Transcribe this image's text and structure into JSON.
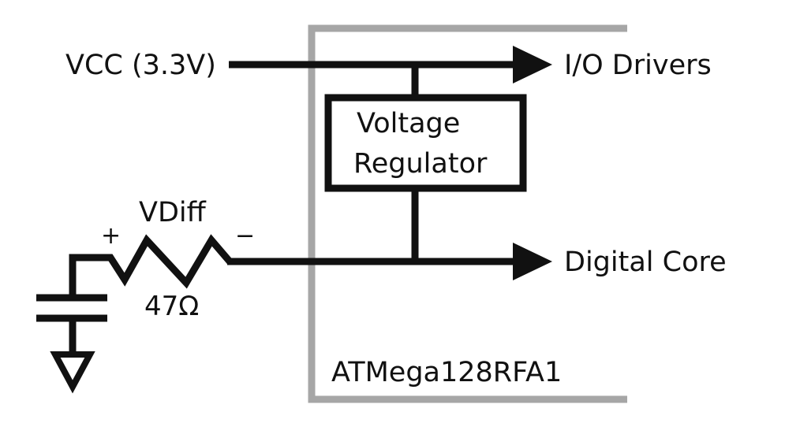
{
  "labels": {
    "vcc": "VCC (3.3V)",
    "io_drivers": "I/O Drivers",
    "regulator_line1": "Voltage",
    "regulator_line2": "Regulator",
    "vdiff": "VDiff",
    "plus": "+",
    "minus": "−",
    "resistance": "47Ω",
    "digital_core": "Digital Core",
    "chip": "ATMega128RFA1"
  },
  "colors": {
    "wire": "#111111",
    "chip_outline": "#a6a6a6",
    "background": "#ffffff"
  }
}
